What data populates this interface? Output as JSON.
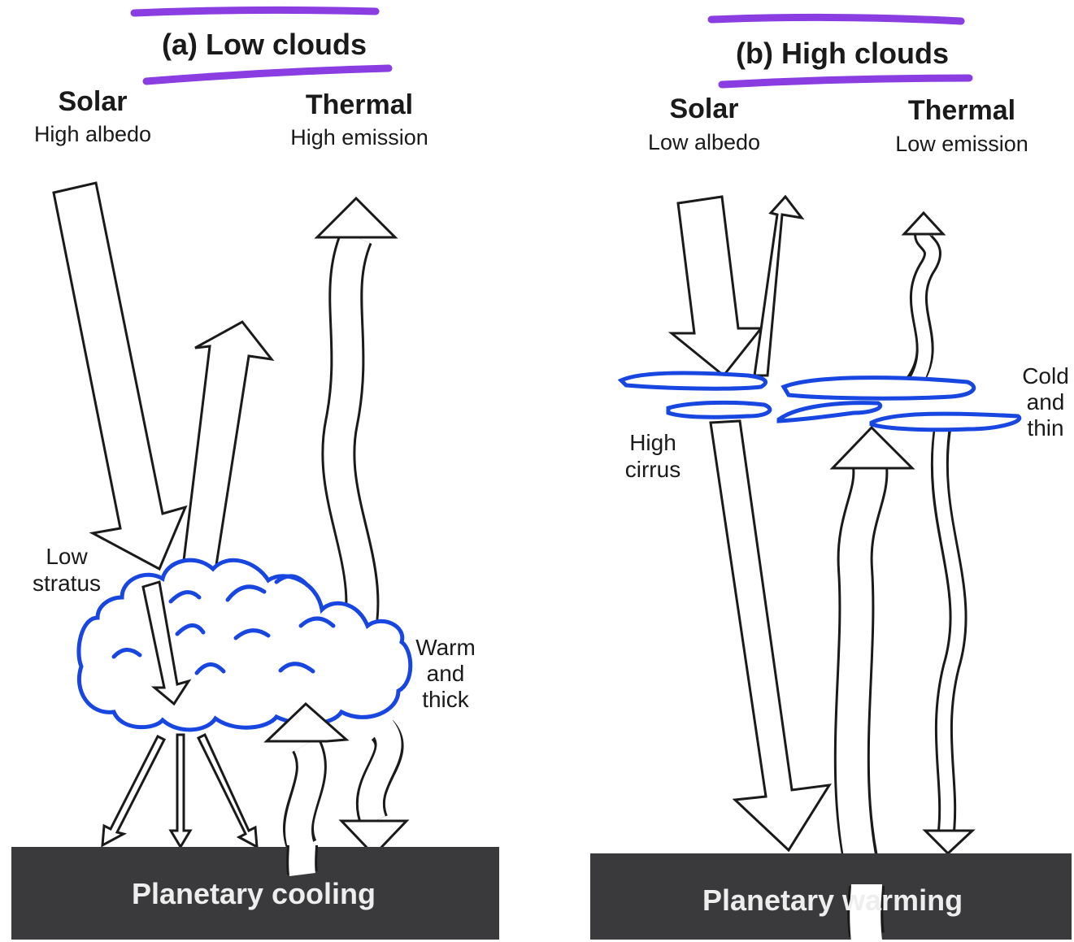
{
  "panel_a": {
    "title": "(a)  Low clouds",
    "solar_header": "Solar",
    "solar_sub": "High albedo",
    "thermal_header": "Thermal",
    "thermal_sub": "High emission",
    "cloud_label_line1": "Low",
    "cloud_label_line2": "stratus",
    "side_label_line1": "Warm",
    "side_label_line2": "and",
    "side_label_line3": "thick",
    "bar_label": "Planetary cooling"
  },
  "panel_b": {
    "title": "(b)  High clouds",
    "solar_header": "Solar",
    "solar_sub": "Low albedo",
    "thermal_header": "Thermal",
    "thermal_sub": "Low emission",
    "cloud_label_line1": "High",
    "cloud_label_line2": "cirrus",
    "side_label_line1": "Cold",
    "side_label_line2": "and",
    "side_label_line3": "thin",
    "bar_label": "Planetary warming"
  },
  "colors": {
    "cloud_outline": "#1846e0",
    "title_highlight": "#8a3de0",
    "ground_bar": "#3a3a3c"
  }
}
